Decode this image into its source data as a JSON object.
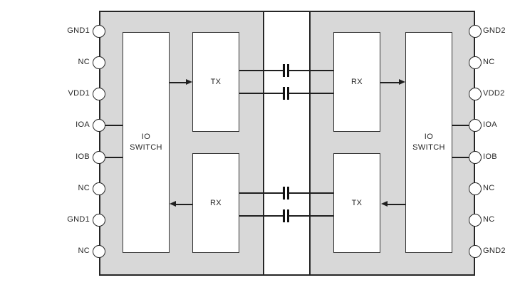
{
  "diagram": {
    "kind": "isolator-chip-block-diagram",
    "blocks": {
      "left_io_switch": "IO SWITCH",
      "left_tx": "TX",
      "left_rx": "RX",
      "right_rx": "RX",
      "right_tx": "TX",
      "right_io_switch": "IO SWITCH"
    },
    "pins_left": [
      {
        "label": "GND1",
        "connected": false
      },
      {
        "label": "NC",
        "connected": false
      },
      {
        "label": "VDD1",
        "connected": false
      },
      {
        "label": "IOA",
        "connected": true
      },
      {
        "label": "IOB",
        "connected": true
      },
      {
        "label": "NC",
        "connected": false
      },
      {
        "label": "GND1",
        "connected": false
      },
      {
        "label": "NC",
        "connected": false
      }
    ],
    "pins_right": [
      {
        "label": "GND2",
        "connected": false
      },
      {
        "label": "NC",
        "connected": false
      },
      {
        "label": "VDD2",
        "connected": false
      },
      {
        "label": "IOA",
        "connected": true
      },
      {
        "label": "IOB",
        "connected": true
      },
      {
        "label": "NC",
        "connected": false
      },
      {
        "label": "NC",
        "connected": false
      },
      {
        "label": "GND2",
        "connected": false
      }
    ],
    "isolation": {
      "capacitor_channels": 4,
      "channels": [
        {
          "from": "left_tx",
          "to": "right_rx"
        },
        {
          "from": "left_tx",
          "to": "right_rx"
        },
        {
          "from": "right_tx",
          "to": "left_rx"
        },
        {
          "from": "right_tx",
          "to": "left_rx"
        }
      ]
    },
    "colors": {
      "chip_fill": "#d8d8d8",
      "block_fill": "#ffffff",
      "line": "#1f1f1f",
      "background": "#ffffff"
    }
  }
}
